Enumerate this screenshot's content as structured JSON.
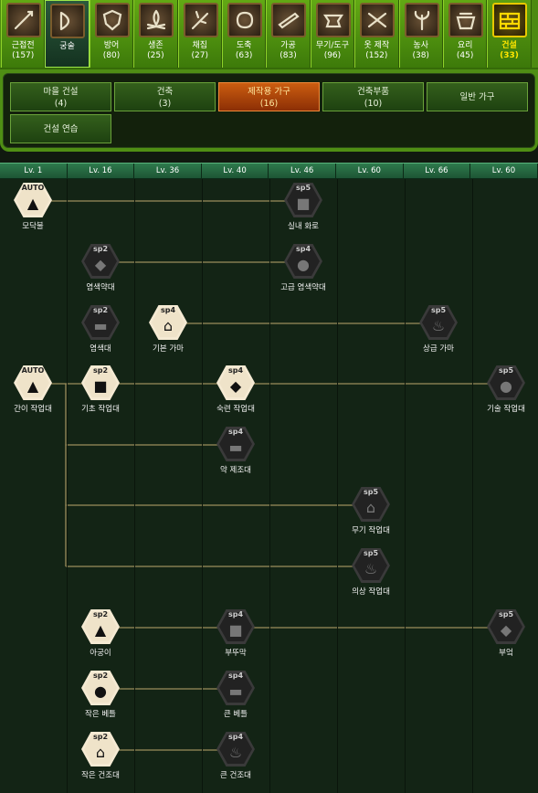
{
  "tabs": [
    {
      "name": "근접전",
      "count": "(157)",
      "icon": "sword-icon"
    },
    {
      "name": "궁술",
      "count": "",
      "icon": "bow-icon"
    },
    {
      "name": "방어",
      "count": "(80)",
      "icon": "shield-icon"
    },
    {
      "name": "생존",
      "count": "(25)",
      "icon": "campfire-icon"
    },
    {
      "name": "채집",
      "count": "(27)",
      "icon": "branch-icon"
    },
    {
      "name": "도축",
      "count": "(63)",
      "icon": "meat-icon"
    },
    {
      "name": "가공",
      "count": "(83)",
      "icon": "log-icon"
    },
    {
      "name": "무기/도구",
      "count": "(96)",
      "icon": "anvil-icon"
    },
    {
      "name": "옷 제작",
      "count": "(152)",
      "icon": "scissors-icon"
    },
    {
      "name": "농사",
      "count": "(38)",
      "icon": "plant-icon"
    },
    {
      "name": "요리",
      "count": "(45)",
      "icon": "pot-icon"
    },
    {
      "name": "건설",
      "count": "(33)",
      "icon": "bricks-icon"
    }
  ],
  "subtabs": [
    {
      "label": "마을 건설",
      "count": "(4)"
    },
    {
      "label": "건축",
      "count": "(3)"
    },
    {
      "label": "제작용 가구",
      "count": "(16)"
    },
    {
      "label": "건축부품",
      "count": "(10)"
    },
    {
      "label": "일반 가구",
      "count": ""
    },
    {
      "label": "건설 연습",
      "count": ""
    }
  ],
  "levels": [
    "Lv. 1",
    "Lv. 16",
    "Lv. 36",
    "Lv. 40",
    "Lv. 46",
    "Lv. 60",
    "Lv. 66",
    "Lv. 60"
  ],
  "nodes": [
    {
      "id": "n1",
      "badge": "AUTO",
      "label": "모닥불",
      "lit": true
    },
    {
      "id": "n2",
      "badge": "sp5",
      "label": "실내 화로",
      "lit": false
    },
    {
      "id": "n3",
      "badge": "sp2",
      "label": "염색약대",
      "lit": false
    },
    {
      "id": "n4",
      "badge": "sp4",
      "label": "고급 염색약대",
      "lit": false
    },
    {
      "id": "n5",
      "badge": "sp2",
      "label": "염색대",
      "lit": false
    },
    {
      "id": "n6",
      "badge": "sp4",
      "label": "기본 가마",
      "lit": true
    },
    {
      "id": "n7",
      "badge": "sp5",
      "label": "상급 가마",
      "lit": false
    },
    {
      "id": "n8",
      "badge": "AUTO",
      "label": "간이 작업대",
      "lit": true
    },
    {
      "id": "n9",
      "badge": "sp2",
      "label": "기초 작업대",
      "lit": true
    },
    {
      "id": "n10",
      "badge": "sp4",
      "label": "숙련 작업대",
      "lit": true
    },
    {
      "id": "n11",
      "badge": "sp5",
      "label": "기술 작업대",
      "lit": false
    },
    {
      "id": "n12",
      "badge": "sp4",
      "label": "약 제조대",
      "lit": false
    },
    {
      "id": "n13",
      "badge": "sp5",
      "label": "무기 작업대",
      "lit": false
    },
    {
      "id": "n14",
      "badge": "sp5",
      "label": "의상 작업대",
      "lit": false
    },
    {
      "id": "n15",
      "badge": "sp2",
      "label": "아궁이",
      "lit": true
    },
    {
      "id": "n16",
      "badge": "sp4",
      "label": "부뚜막",
      "lit": false
    },
    {
      "id": "n17",
      "badge": "sp5",
      "label": "부엌",
      "lit": false
    },
    {
      "id": "n18",
      "badge": "sp2",
      "label": "작은 베틀",
      "lit": true
    },
    {
      "id": "n19",
      "badge": "sp4",
      "label": "큰 베틀",
      "lit": false
    },
    {
      "id": "n20",
      "badge": "sp2",
      "label": "작은 건조대",
      "lit": true
    },
    {
      "id": "n21",
      "badge": "sp4",
      "label": "큰 건조대",
      "lit": false
    }
  ]
}
